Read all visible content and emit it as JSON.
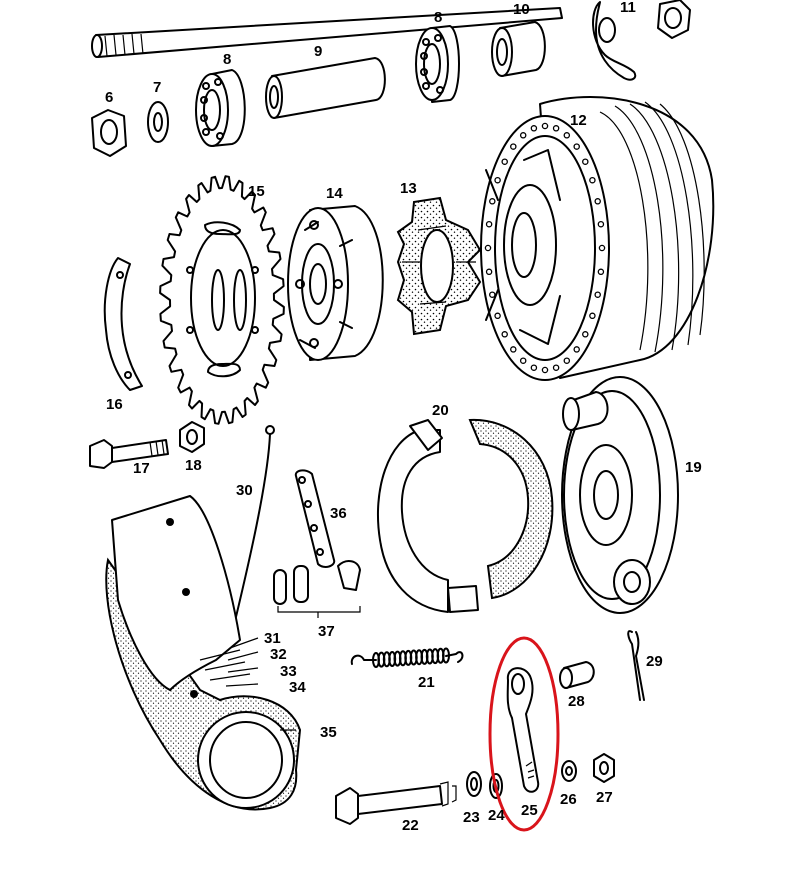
{
  "diagram": {
    "labels": [
      "6",
      "7",
      "8",
      "9",
      "8",
      "10",
      "11",
      "12",
      "13",
      "14",
      "15",
      "16",
      "17",
      "18",
      "19",
      "20",
      "21",
      "22",
      "23",
      "24",
      "25",
      "26",
      "27",
      "28",
      "29",
      "30",
      "31",
      "32",
      "33",
      "34",
      "35",
      "36",
      "37"
    ],
    "highlight": {
      "part": "25",
      "color": "#d9141b"
    },
    "colors": {
      "ink": "#000000",
      "paper": "#ffffff"
    }
  }
}
